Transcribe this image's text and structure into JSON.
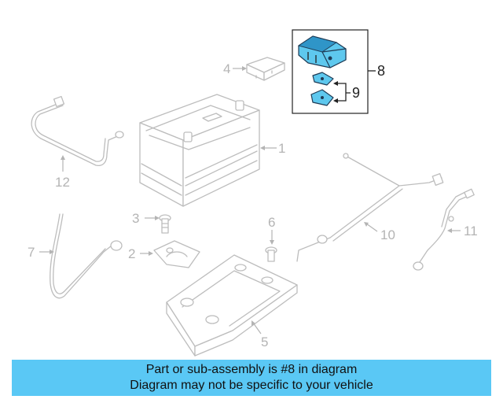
{
  "callouts": {
    "c1": "1",
    "c2": "2",
    "c3": "3",
    "c4": "4",
    "c5": "5",
    "c6": "6",
    "c7": "7",
    "c8": "8",
    "c9": "9",
    "c10": "10",
    "c11": "11",
    "c12": "12"
  },
  "highlighted_part": "8",
  "colors": {
    "highlight": "#5ec8ee",
    "banner": "#5ac8f5",
    "parts": "#bdbdbd"
  },
  "banner": {
    "line1": "Part or sub-assembly is #8 in diagram",
    "line2": "Diagram may not be specific to your vehicle"
  }
}
